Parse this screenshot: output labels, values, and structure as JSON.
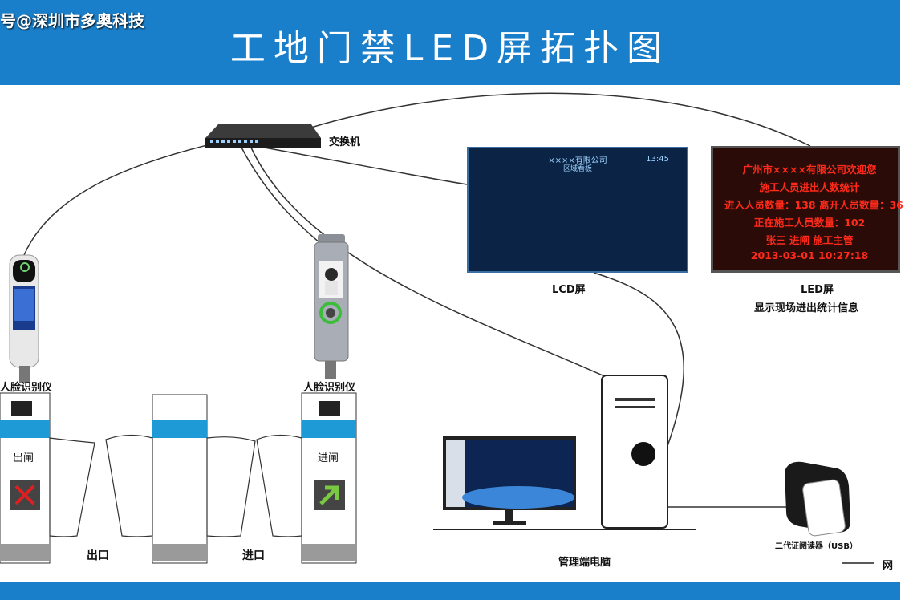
{
  "watermark": "号@深圳市多奥科技",
  "title": "工地门禁LED屏拓扑图",
  "labels": {
    "switch": "交换机",
    "lcd_screen": "LCD屏",
    "led_screen": "LED屏",
    "led_desc": "显示现场进出统计信息",
    "face_left": "人脸识别仪",
    "face_right": "人脸识别仪",
    "gate_exit": "出闸",
    "gate_enter": "进闸",
    "exit": "出口",
    "entrance": "进口",
    "pc": "管理端电脑",
    "reader": "二代证阅读器（USB）",
    "legend": "网"
  },
  "lcd": {
    "title": "××××有限公司",
    "subtitle": "区域看板",
    "clock": "13:45"
  },
  "led": {
    "lines": [
      "广州市××××有限公司欢迎您",
      "施工人员进出人数统计",
      "进入人员数量：138  离开人员数量：36",
      "正在施工人员数量：102",
      "张三  进闸  施工主管",
      "2013-03-01  10:27:18"
    ]
  },
  "colors": {
    "header": "#1a7fcb",
    "led_text": "#ff2a1a",
    "gate_stripe": "#1e9ad6"
  },
  "icons": {
    "exit_symbol": "red-cross-icon",
    "enter_symbol": "green-arrow-icon"
  }
}
